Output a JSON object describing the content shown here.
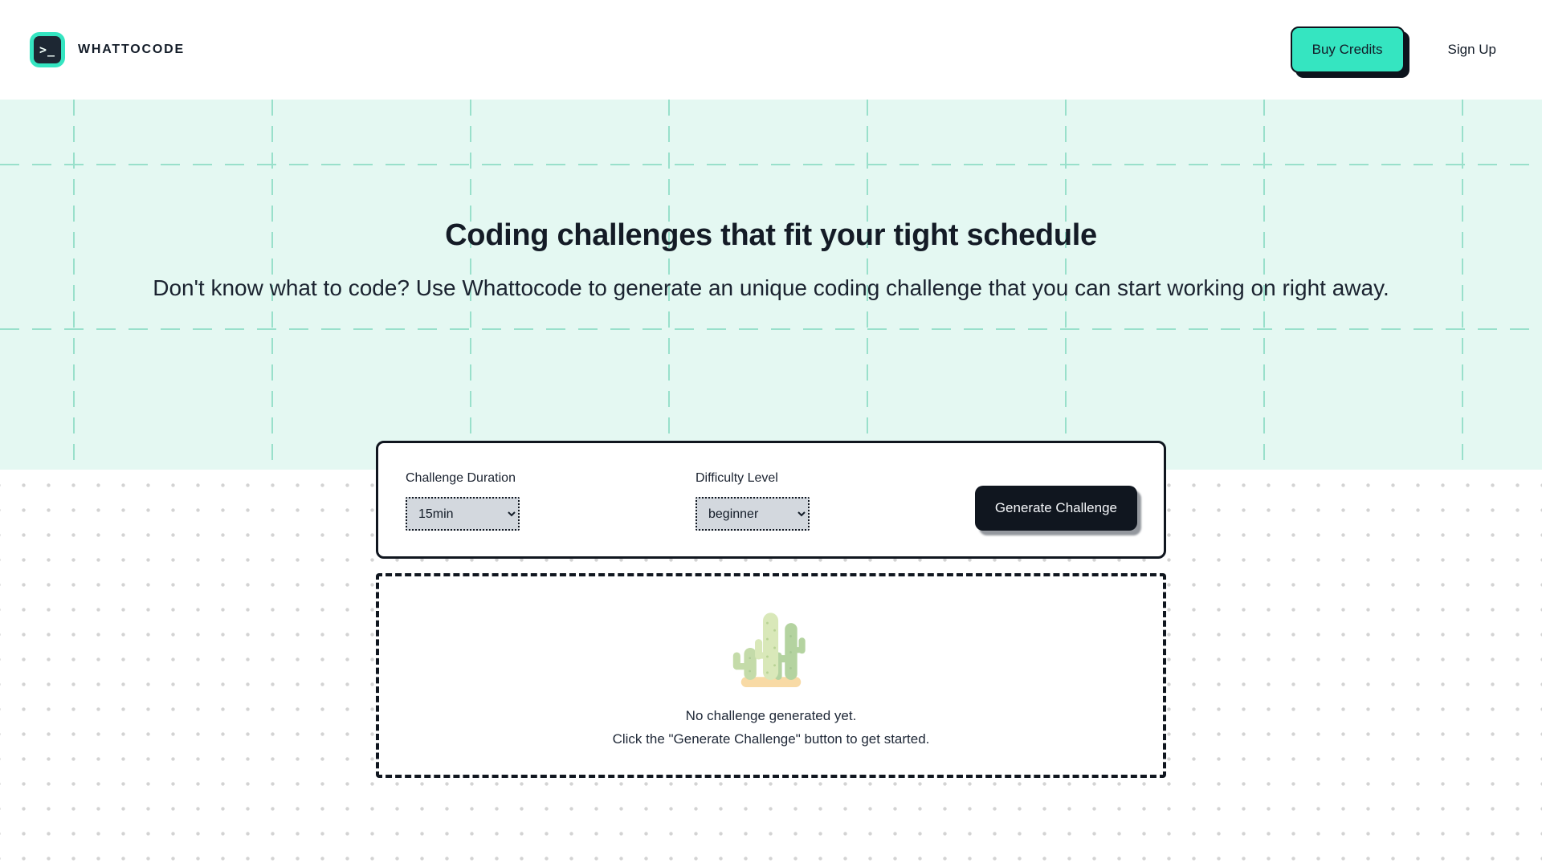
{
  "brand": {
    "name": "WHATTOCODE",
    "logo_glyph": ">_"
  },
  "header": {
    "buy_credits_label": "Buy Credits",
    "sign_up_label": "Sign Up"
  },
  "hero": {
    "title": "Coding challenges that fit your tight schedule",
    "subtitle": "Don't know what to code? Use Whattocode to generate an unique coding challenge that you can start working on right away."
  },
  "form": {
    "duration_label": "Challenge Duration",
    "duration_value": "15min",
    "difficulty_label": "Difficulty Level",
    "generate_label": "Generate Challenge",
    "difficulty_value": "beginner"
  },
  "empty_state": {
    "icon": "cactus-illustration",
    "line1": "No challenge generated yet.",
    "line2": "Click the \"Generate Challenge\" button to get started."
  },
  "colors": {
    "accent_teal": "#35e5c1",
    "hero_mint": "#e4f8f2",
    "grid_line_teal": "#99e0cb",
    "dark_ink": "#10161f",
    "select_gray": "#d3d8de",
    "dot_gray": "#d3d3d3",
    "cactus_green_light": "#d6e7b4",
    "cactus_green_mid": "#c0d9a2",
    "cactus_green_dark": "#aed099",
    "cactus_sand": "#f8d79e"
  }
}
